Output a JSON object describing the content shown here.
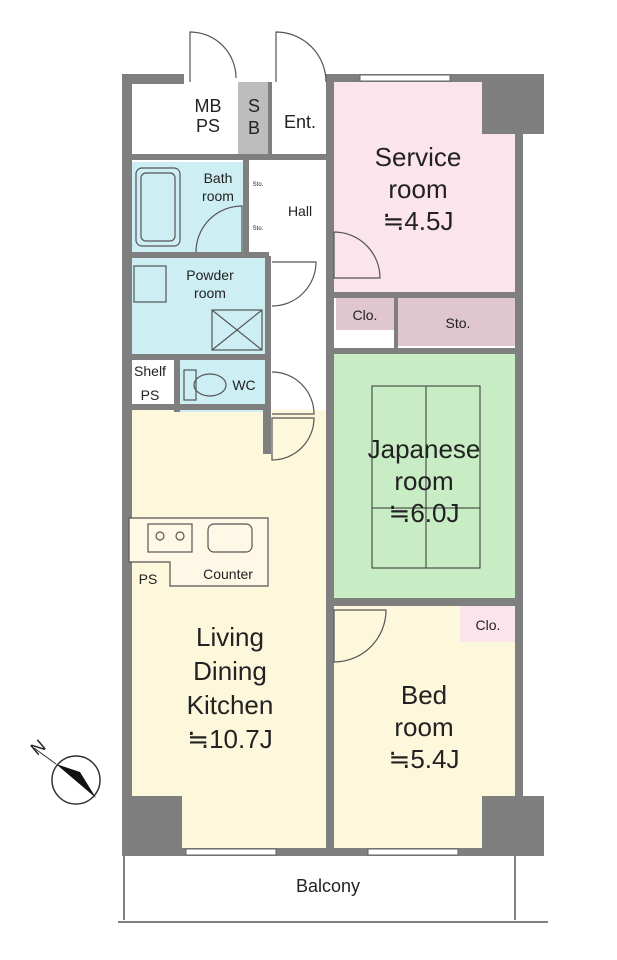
{
  "rooms": {
    "mb_ps": [
      "MB",
      "PS"
    ],
    "sb": [
      "S",
      "B"
    ],
    "entrance": "Ent.",
    "hall": "Hall",
    "bath": [
      "Bath",
      "room"
    ],
    "storage_small": "Sto.",
    "powder": [
      "Powder",
      "room"
    ],
    "shelf": "Shelf",
    "ps": "PS",
    "wc": "WC",
    "service": [
      "Service",
      "room",
      "≒4.5J"
    ],
    "closet": "Clo.",
    "storage": "Sto.",
    "japanese": [
      "Japanese",
      "room",
      "≒6.0J"
    ],
    "counter": "Counter",
    "ldk": [
      "Living",
      "Dining",
      "Kitchen",
      "≒10.7J"
    ],
    "bed": [
      "Bed",
      "room",
      "≒5.4J"
    ],
    "balcony": "Balcony"
  },
  "compass": {
    "label": "N",
    "icon": "north-arrow-icon"
  },
  "colors": {
    "wall": "#7f7f7f",
    "service_room": "#fce4ec",
    "japanese_room": "#c8ecc4",
    "ldk_bed": "#fdf7dc",
    "wet_area": "#cdeef2",
    "storage": "#dfc6cf"
  }
}
